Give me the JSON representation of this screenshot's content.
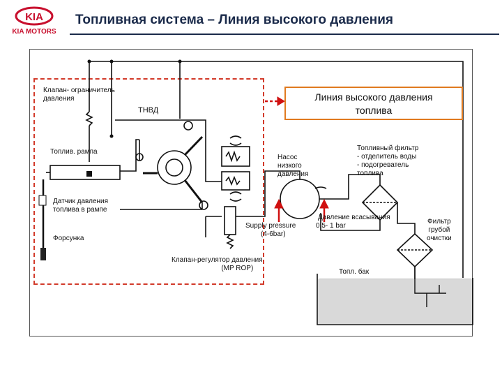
{
  "header": {
    "logo_text": "KIA",
    "logo_caption": "KIA MOTORS",
    "title": "Топливная система – Линия высокого давления"
  },
  "callout": {
    "line1": "Линия высокого давления",
    "line2": "топлива"
  },
  "labels": {
    "relief_valve_1": "Клапан- ограничитель",
    "relief_valve_2": "давления",
    "hp_pump": "ТНВД",
    "fuel_rail": "Топлив. рампа",
    "rail_sensor_1": "Датчик давления",
    "rail_sensor_2": "топлива в рампе",
    "injector": "Форсунка",
    "lp_pump_1": "Насос",
    "lp_pump_2": "низкого",
    "lp_pump_3": "давления",
    "filter_1": "Топливный фильтр",
    "filter_2": "- отделитель воды",
    "filter_3": "- подогреватель",
    "filter_4": "топлива",
    "suction_1": "Давление всасывания",
    "supply_1": "Supply pressure",
    "supply_range": "0.5- 1 bar",
    "supply_2": "(4-6bar)",
    "regulator_1": "Клапан-регулятор давления",
    "regulator_2": "(MP ROP)",
    "tank": "Топл. бак",
    "coarse_1": "Фильтр",
    "coarse_2": "грубой",
    "coarse_3": "очистки"
  },
  "colors": {
    "title": "#1a2a4a",
    "dashed_border": "#d23a2a",
    "callout_border": "#e07a20",
    "arrow_red": "#d01010",
    "logo_red": "#c8102e"
  }
}
